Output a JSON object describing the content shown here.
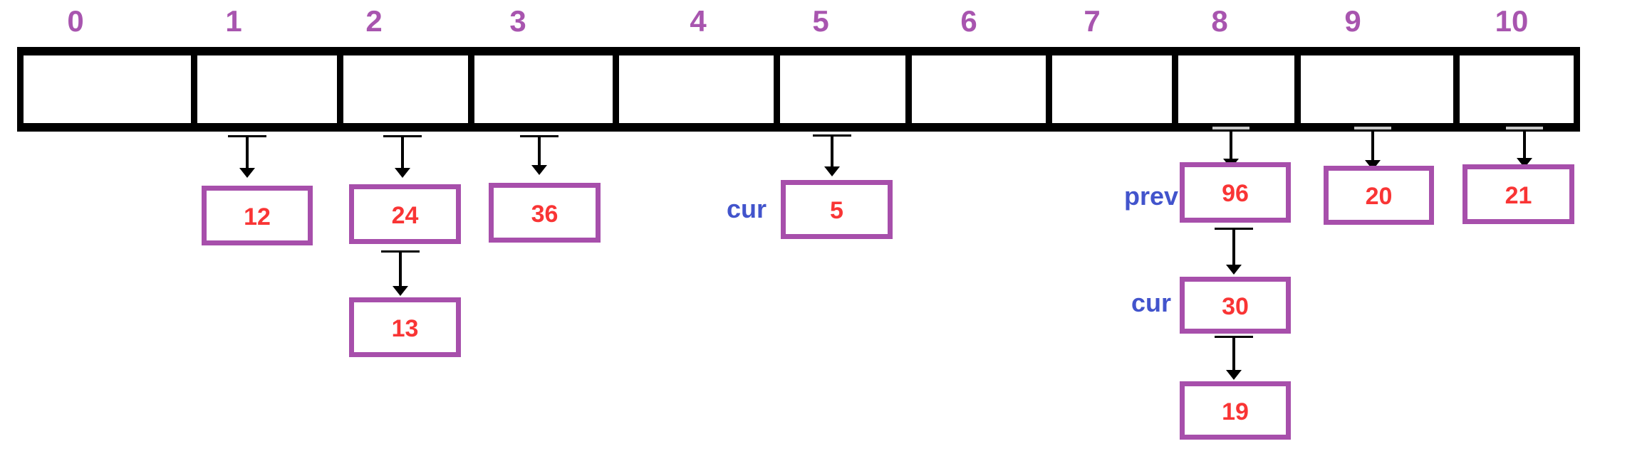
{
  "diagram_type": "hash-table-separate-chaining",
  "array": {
    "bucket_count": 11,
    "indices": [
      "0",
      "1",
      "2",
      "3",
      "4",
      "5",
      "6",
      "7",
      "8",
      "9",
      "10"
    ]
  },
  "chains": [
    {
      "bucket": "1",
      "values": [
        "12"
      ]
    },
    {
      "bucket": "2",
      "values": [
        "24",
        "13"
      ]
    },
    {
      "bucket": "3",
      "values": [
        "36"
      ]
    },
    {
      "bucket": "5",
      "values": [
        "5"
      ]
    },
    {
      "bucket": "8",
      "values": [
        "96",
        "30",
        "19"
      ]
    },
    {
      "bucket": "9",
      "values": [
        "20"
      ]
    },
    {
      "bucket": "10",
      "values": [
        "21"
      ]
    }
  ],
  "pointers": [
    {
      "label": "cur",
      "attached_to_value": "5"
    },
    {
      "label": "prev",
      "attached_to_value": "96"
    },
    {
      "label": "cur",
      "attached_to_value": "30"
    }
  ],
  "colors": {
    "index_label": "#A855AF",
    "node_border": "#A74FAB",
    "node_value": "#F93535",
    "pointer_label": "#4254CC",
    "array_border": "#000000",
    "background": "#FFFFFF"
  }
}
